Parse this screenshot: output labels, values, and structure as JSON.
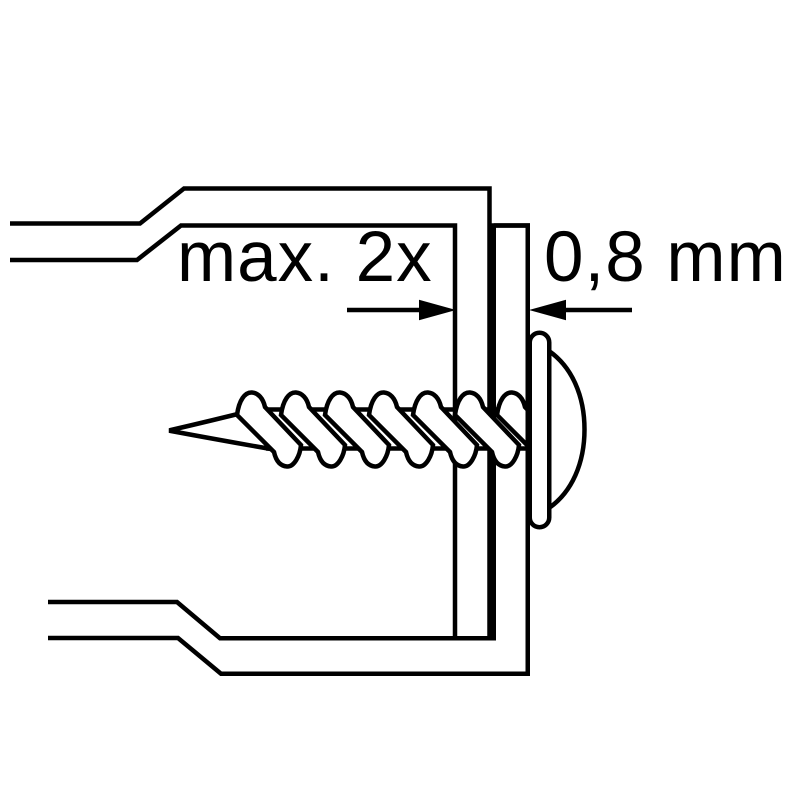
{
  "diagram": {
    "kind": "technical-line-illustration",
    "subject": "self-tapping screw fastening two overlapping sheet-metal profile webs",
    "colors": {
      "line": "#000000",
      "background": "#ffffff"
    },
    "annotations": {
      "max_layers_label": "max. 2x",
      "thickness_label": "0,8 mm"
    },
    "parts": [
      "upper-profile-wall",
      "lower-profile-wall",
      "first-web-sheet",
      "second-web-sheet",
      "screw-tip",
      "screw-thread",
      "washer-flange",
      "screw-head-dome",
      "dimension-arrow-right",
      "dimension-arrow-left"
    ]
  }
}
